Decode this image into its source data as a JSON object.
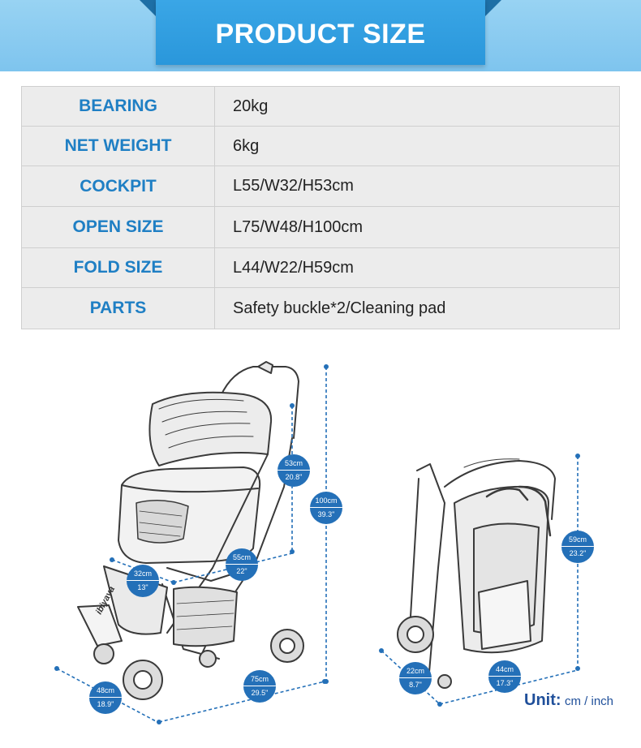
{
  "title": "PRODUCT SIZE",
  "specs": [
    {
      "label": "BEARING",
      "value": "20kg"
    },
    {
      "label": "NET WEIGHT",
      "value": "6kg"
    },
    {
      "label": "COCKPIT",
      "value": "L55/W32/H53cm"
    },
    {
      "label": "OPEN SIZE",
      "value": "L75/W48/H100cm"
    },
    {
      "label": "FOLD SIZE",
      "value": "L44/W22/H59cm"
    },
    {
      "label": "PARTS",
      "value": "Safety buckle*2/Cleaning pad"
    }
  ],
  "brand_logo": "ibiyaya",
  "dimensions": {
    "open": [
      {
        "cm": "53cm",
        "inch": "20.8\""
      },
      {
        "cm": "100cm",
        "inch": "39.3\""
      },
      {
        "cm": "55cm",
        "inch": "22\""
      },
      {
        "cm": "32cm",
        "inch": "13\""
      },
      {
        "cm": "75cm",
        "inch": "29.5\""
      },
      {
        "cm": "48cm",
        "inch": "18.9\""
      }
    ],
    "fold": [
      {
        "cm": "59cm",
        "inch": "23.2\""
      },
      {
        "cm": "44cm",
        "inch": "17.3\""
      },
      {
        "cm": "22cm",
        "inch": "8.7\""
      }
    ]
  },
  "unit": {
    "label": "Unit:",
    "value": "cm / inch"
  },
  "colors": {
    "accent": "#1f7fc4",
    "badge": "#2470b8",
    "banner": "#2a97db"
  }
}
